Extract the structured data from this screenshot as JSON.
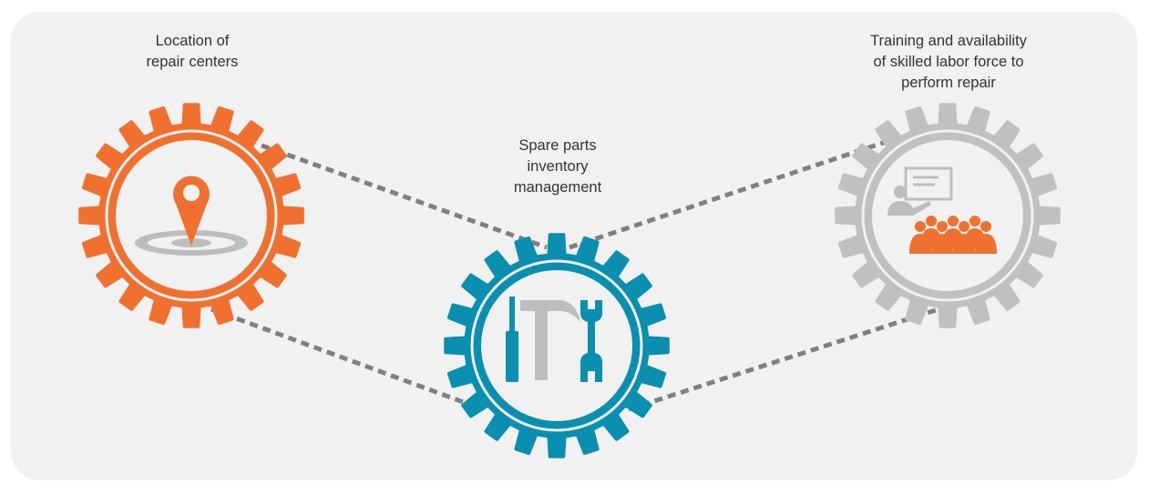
{
  "nodes": [
    {
      "id": "location",
      "lines": [
        "Location of",
        "repair centers"
      ],
      "color": "#f07030",
      "icon": "map-pin-icon"
    },
    {
      "id": "spare-parts",
      "lines": [
        "Spare parts",
        "inventory",
        "management"
      ],
      "color": "#0b8fb0",
      "icon": "tools-icon"
    },
    {
      "id": "training",
      "lines": [
        "Training and availability",
        "of skilled labor force to",
        "perform repair"
      ],
      "color": "#c0c0c0",
      "icon": "training-class-icon"
    }
  ],
  "colors": {
    "background": "#f1f1f1",
    "connector": "#808080",
    "icon_gray": "#bdbdbd",
    "icon_orange": "#f07030"
  }
}
